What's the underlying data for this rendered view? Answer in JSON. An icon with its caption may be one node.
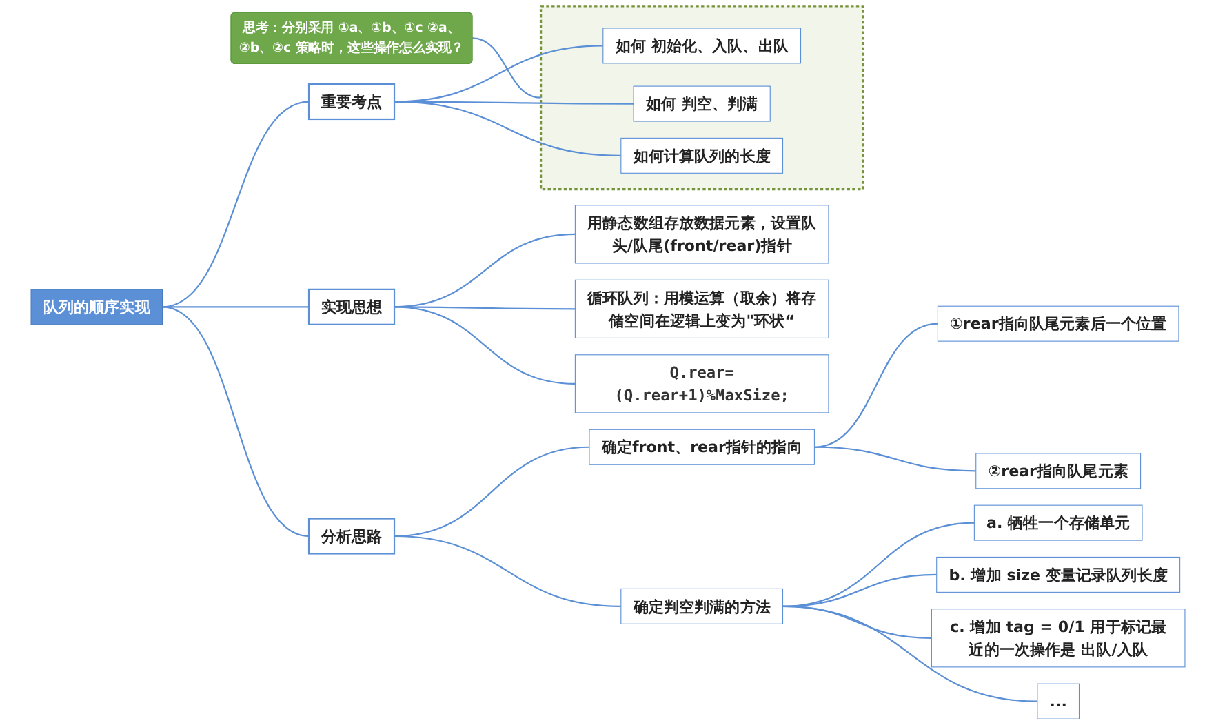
{
  "diagram": {
    "nodes": [
      {
        "text": [
          "队列的顺序实现"
        ]
      },
      {
        "text": [
          "实现思想"
        ]
      },
      {
        "text": [
          "用静态数组存放数据元素，设置队头/队尾(front/rear)指针"
        ]
      },
      {
        "text": [
          "循环队列：用模运算（取余）将存储空间在逻辑上变为\"环状“"
        ]
      },
      {
        "text": [
          "Q.rear=(Q.rear+1)%MaxSize;"
        ]
      },
      {
        "text": [
          "重要考点"
        ]
      },
      {
        "text": [],
        "shape": "box"
      },
      {
        "text": [
          "如何 初始化、入队、出队"
        ],
        "in": 6
      },
      {
        "text": [
          "如何 判空、判满"
        ],
        "in": 6
      },
      {
        "text": [
          "如何计算队列的长度"
        ],
        "in": 6
      },
      {
        "text": [
          "思考：分别采用 ①a、①b、①c ②a、②b、②c 策略时，这些操作怎么实现？"
        ]
      },
      {
        "text": [
          "分析思路"
        ]
      },
      {
        "text": [
          "确定front、rear指针的指向"
        ]
      },
      {
        "text": [
          "①rear指向队尾元素后一个位置"
        ]
      },
      {
        "text": [
          "②rear指向队尾元素"
        ]
      },
      {
        "text": [
          "确定判空判满的方法"
        ]
      },
      {
        "text": [
          "a. 牺牲一个存储单元"
        ]
      },
      {
        "text": [
          "b. 增加 size 变量记录队列长度"
        ]
      },
      {
        "text": [
          "c. 增加 tag = 0/1 用于标记最近的一次操作是 出队/入队"
        ]
      },
      {
        "text": [
          "..."
        ]
      }
    ],
    "edges": [
      {
        "from": 0,
        "to": 1,
        "arrow": "none"
      },
      {
        "from": 0,
        "to": 5,
        "arrow": "none"
      },
      {
        "from": 0,
        "to": 11,
        "arrow": "none"
      },
      {
        "from": 1,
        "to": 2,
        "arrow": "none"
      },
      {
        "from": 1,
        "to": 3,
        "arrow": "none"
      },
      {
        "from": 1,
        "to": 4,
        "arrow": "none"
      },
      {
        "from": 5,
        "to": 7,
        "arrow": "none"
      },
      {
        "from": 5,
        "to": 8,
        "arrow": "none"
      },
      {
        "from": 5,
        "to": 9,
        "arrow": "none"
      },
      {
        "from": 10,
        "to": 6,
        "arrow": "none"
      },
      {
        "from": 11,
        "to": 12,
        "arrow": "none"
      },
      {
        "from": 11,
        "to": 15,
        "arrow": "none"
      },
      {
        "from": 12,
        "to": 13,
        "arrow": "none"
      },
      {
        "from": 12,
        "to": 14,
        "arrow": "none"
      },
      {
        "from": 15,
        "to": 16,
        "arrow": "none"
      },
      {
        "from": 15,
        "to": 17,
        "arrow": "none"
      },
      {
        "from": 15,
        "to": 18,
        "arrow": "none"
      },
      {
        "from": 15,
        "to": 19,
        "arrow": "none"
      }
    ]
  }
}
